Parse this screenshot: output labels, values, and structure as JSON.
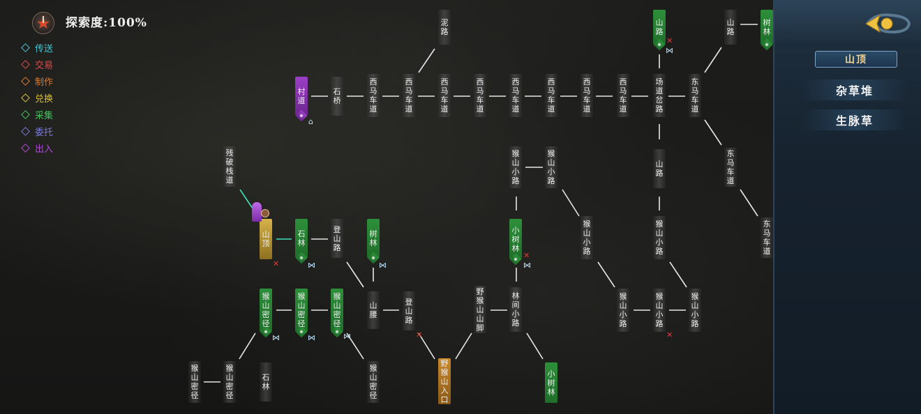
{
  "hud": {
    "exploration_label": "探索度:",
    "exploration_value": "100%"
  },
  "legend": [
    {
      "label": "传送",
      "color": "#3fc6d6"
    },
    {
      "label": "交易",
      "color": "#e04a4a"
    },
    {
      "label": "制作",
      "color": "#e07a2a"
    },
    {
      "label": "兑换",
      "color": "#d9c23a"
    },
    {
      "label": "采集",
      "color": "#3fc45a"
    },
    {
      "label": "委托",
      "color": "#7a7ae0"
    },
    {
      "label": "出入",
      "color": "#b04ad6"
    }
  ],
  "panel": {
    "tab_label": "山顶",
    "items": [
      "杂草堆",
      "生脉草"
    ]
  },
  "map": {
    "nodes": [
      {
        "id": "n_nilu",
        "label": "泥路",
        "style": "gray"
      },
      {
        "id": "n_cundao",
        "label": "村道",
        "style": "purple"
      },
      {
        "id": "n_shiqiao",
        "label": "石桥",
        "style": "gray"
      },
      {
        "id": "n_xm1",
        "label": "西马车道",
        "style": "gray"
      },
      {
        "id": "n_xm2",
        "label": "西马车道",
        "style": "gray"
      },
      {
        "id": "n_xm3",
        "label": "西马车道",
        "style": "gray"
      },
      {
        "id": "n_xm4",
        "label": "西马车道",
        "style": "gray"
      },
      {
        "id": "n_xm5",
        "label": "西马车道",
        "style": "gray"
      },
      {
        "id": "n_xm6",
        "label": "西马车道",
        "style": "gray"
      },
      {
        "id": "n_xm7",
        "label": "西马车道",
        "style": "gray"
      },
      {
        "id": "n_xm8",
        "label": "西马车道",
        "style": "gray"
      },
      {
        "id": "n_cclu",
        "label": "场道岔路",
        "style": "gray"
      },
      {
        "id": "n_dmcd1",
        "label": "东马车道",
        "style": "gray"
      },
      {
        "id": "n_shanlu_top",
        "label": "山路",
        "style": "green"
      },
      {
        "id": "n_shanlu_tr",
        "label": "山路",
        "style": "gray"
      },
      {
        "id": "n_shulin_tr",
        "label": "树林",
        "style": "green"
      },
      {
        "id": "n_dmcd2",
        "label": "东马车道",
        "style": "gray"
      },
      {
        "id": "n_dmcd3",
        "label": "东马车道",
        "style": "gray"
      },
      {
        "id": "n_shanlu_mid",
        "label": "山路",
        "style": "gray"
      },
      {
        "id": "n_cpzd",
        "label": "残破栈道",
        "style": "gray"
      },
      {
        "id": "n_shanding",
        "label": "山顶",
        "style": "yellow"
      },
      {
        "id": "n_shilin1",
        "label": "石林",
        "style": "green"
      },
      {
        "id": "n_dengshan1",
        "label": "登山路",
        "style": "gray"
      },
      {
        "id": "n_shulin_c",
        "label": "树林",
        "style": "green"
      },
      {
        "id": "n_hsxl1",
        "label": "猴山小路",
        "style": "gray"
      },
      {
        "id": "n_hsxl2",
        "label": "猴山小路",
        "style": "gray"
      },
      {
        "id": "n_xiaoshulin1",
        "label": "小树林",
        "style": "green"
      },
      {
        "id": "n_hsxl3",
        "label": "猴山小路",
        "style": "gray"
      },
      {
        "id": "n_hsxl4",
        "label": "猴山小路",
        "style": "gray"
      },
      {
        "id": "n_hsmj1",
        "label": "猴山密径",
        "style": "green"
      },
      {
        "id": "n_hsmj2",
        "label": "猴山密径",
        "style": "green"
      },
      {
        "id": "n_hsmj3",
        "label": "猴山密径",
        "style": "green"
      },
      {
        "id": "n_shanyao",
        "label": "山腰",
        "style": "gray"
      },
      {
        "id": "n_dengshan2",
        "label": "登山路",
        "style": "gray"
      },
      {
        "id": "n_yhssj",
        "label": "野猴山山脚",
        "style": "gray"
      },
      {
        "id": "n_ljxl",
        "label": "林间小路",
        "style": "gray"
      },
      {
        "id": "n_hsxl5",
        "label": "猴山小路",
        "style": "gray"
      },
      {
        "id": "n_hsxl6",
        "label": "猴山小路",
        "style": "gray"
      },
      {
        "id": "n_hsxl7",
        "label": "猴山小路",
        "style": "gray"
      },
      {
        "id": "n_hsmj4",
        "label": "猴山密径",
        "style": "gray"
      },
      {
        "id": "n_hsmj5",
        "label": "猴山密径",
        "style": "gray"
      },
      {
        "id": "n_shilin2",
        "label": "石林",
        "style": "gray"
      },
      {
        "id": "n_hsmj6",
        "label": "猴山密径",
        "style": "gray"
      },
      {
        "id": "n_yhsrk",
        "label": "野猴山入口",
        "style": "orange"
      },
      {
        "id": "n_xiaoshulin2",
        "label": "小树林",
        "style": "green"
      }
    ]
  }
}
